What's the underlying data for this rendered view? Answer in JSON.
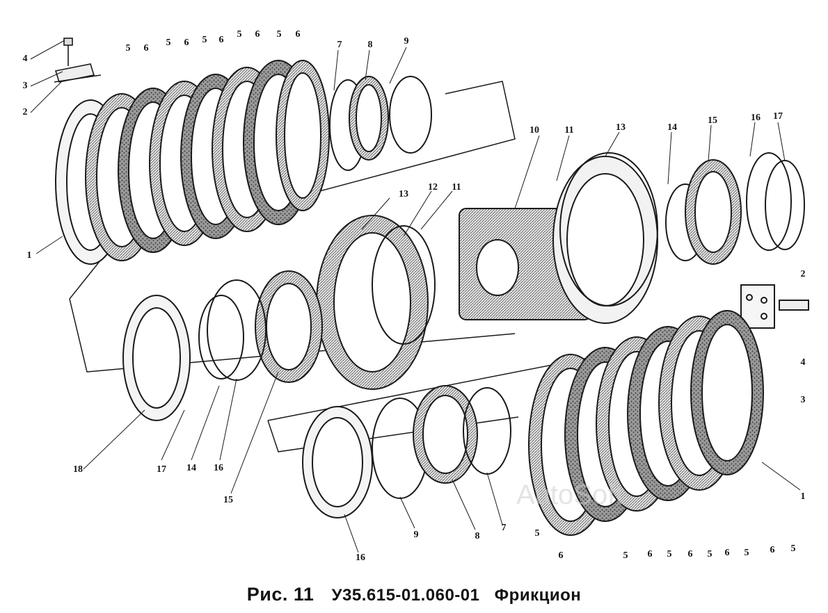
{
  "caption": {
    "figure_label": "Рис. 11",
    "part_code": "У35.615-01.060-01",
    "title": "Фрикцион"
  },
  "watermark": "AutoSoft",
  "callouts": {
    "top_left": [
      "4",
      "3",
      "2",
      "1",
      "5",
      "6",
      "5",
      "6",
      "5",
      "6",
      "5",
      "6",
      "5",
      "6",
      "7",
      "8",
      "9"
    ],
    "top_right": [
      "10",
      "11",
      "13",
      "14",
      "15",
      "16",
      "17",
      "2",
      "4",
      "3"
    ],
    "middle": [
      "13",
      "12",
      "11",
      "18",
      "17",
      "14",
      "16",
      "15"
    ],
    "bottom": [
      "16",
      "9",
      "8",
      "7",
      "1",
      "5",
      "6",
      "5",
      "6",
      "5",
      "6",
      "5",
      "6",
      "5",
      "6",
      "5"
    ]
  },
  "colors": {
    "ink": "#1a1a1a",
    "paper": "#ffffff",
    "hatch": "#6b6b6b"
  }
}
